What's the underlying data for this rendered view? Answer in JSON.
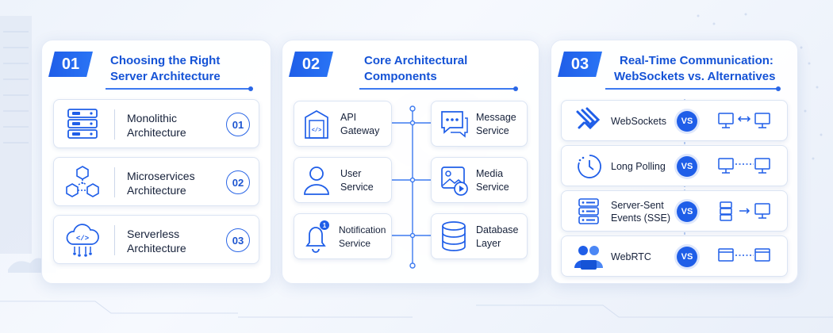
{
  "colors": {
    "accent": "#1f5ee8",
    "title": "#1553d6",
    "text": "#16213a"
  },
  "panels": [
    {
      "number": "01",
      "title_line1": "Choosing the Right",
      "title_line2": "Server Architecture",
      "items": [
        {
          "line1": "Monolithic",
          "line2": "Architecture",
          "num": "01",
          "icon": "server-stack-icon"
        },
        {
          "line1": "Microservices",
          "line2": "Architecture",
          "num": "02",
          "icon": "cubes-network-icon"
        },
        {
          "line1": "Serverless",
          "line2": "Architecture",
          "num": "03",
          "icon": "cloud-code-icon"
        }
      ]
    },
    {
      "number": "02",
      "title_line1": "Core Architectural",
      "title_line2": "Components",
      "left": [
        {
          "line1": "API",
          "line2": "Gateway",
          "icon": "gateway-icon"
        },
        {
          "line1": "User",
          "line2": "Service",
          "icon": "user-icon"
        },
        {
          "line1": "Notification",
          "line2": "Service",
          "icon": "bell-icon",
          "badge": "1"
        }
      ],
      "right": [
        {
          "line1": "Message",
          "line2": "Service",
          "icon": "chat-icon"
        },
        {
          "line1": "Media",
          "line2": "Service",
          "icon": "media-icon"
        },
        {
          "line1": "Database",
          "line2": "Layer",
          "icon": "database-icon"
        }
      ]
    },
    {
      "number": "03",
      "title_line1": "Real-Time Communication:",
      "title_line2": "WebSockets vs. Alternatives",
      "vs_label": "VS",
      "rows": [
        {
          "line1": "WebSockets",
          "line2": "",
          "icon": "websocket-icon",
          "relation": "monitor-bidirectional-monitor"
        },
        {
          "line1": "Long Polling",
          "line2": "",
          "icon": "clock-icon",
          "relation": "monitor-dotted-monitor"
        },
        {
          "line1": "Server-Sent",
          "line2": "Events (SSE)",
          "icon": "server-list-icon",
          "relation": "server-arrow-monitor"
        },
        {
          "line1": "WebRTC",
          "line2": "",
          "icon": "peer-users-icon",
          "relation": "window-dotted-window"
        }
      ]
    }
  ]
}
